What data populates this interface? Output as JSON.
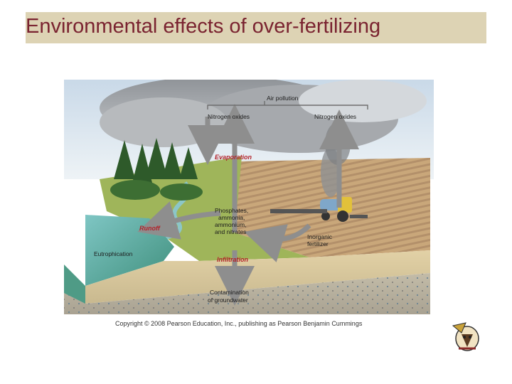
{
  "slide": {
    "title": "Environmental effects of over-fertilizing",
    "copyright": "Copyright © 2008 Pearson Education, Inc., publishing as Pearson Benjamin Cummings"
  },
  "diagram": {
    "air_pollution": "Air pollution",
    "nitrogen_oxides_left": "Nitrogen oxides",
    "nitrogen_oxides_right": "Nitrogen oxides",
    "evaporation": "Evaporation",
    "phosphates": [
      "Phosphates,",
      "ammonia,",
      "ammonium,",
      "and nitrates"
    ],
    "runoff": "Runoff",
    "inorganic_fertilizer": [
      "Inorganic",
      "fertilizer"
    ],
    "eutrophication": "Eutrophication",
    "infiltration": "Infiltration",
    "groundwater": [
      "Contamination",
      "of groundwater"
    ]
  },
  "colors": {
    "title_bar": "#ddd3b4",
    "title_text": "#7a2330",
    "process_label": "#b3222a"
  }
}
